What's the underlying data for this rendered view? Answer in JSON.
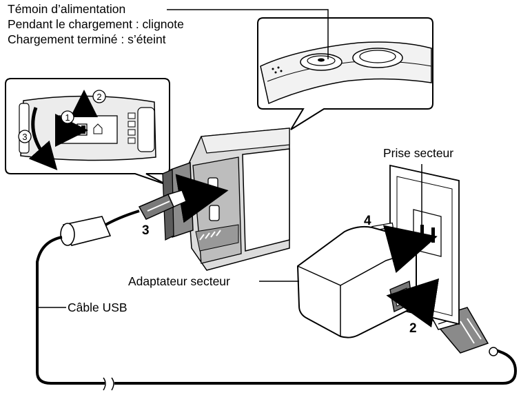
{
  "labels": {
    "power_lamp_title": "Témoin d’alimentation",
    "power_lamp_charging": "Pendant le chargement : clignote",
    "power_lamp_done": "Chargement terminé : s’éteint",
    "wall_outlet": "Prise secteur",
    "ac_adapter": "Adaptateur secteur",
    "usb_cable": "Câble USB"
  },
  "steps": {
    "one": "1",
    "two": "2",
    "three": "3",
    "four": "4"
  },
  "colors": {
    "line": "#000000",
    "fill_light": "#ffffff",
    "fill_gray": "#d9d9d9",
    "fill_dark": "#7a7a7a",
    "arrow": "#000000"
  }
}
